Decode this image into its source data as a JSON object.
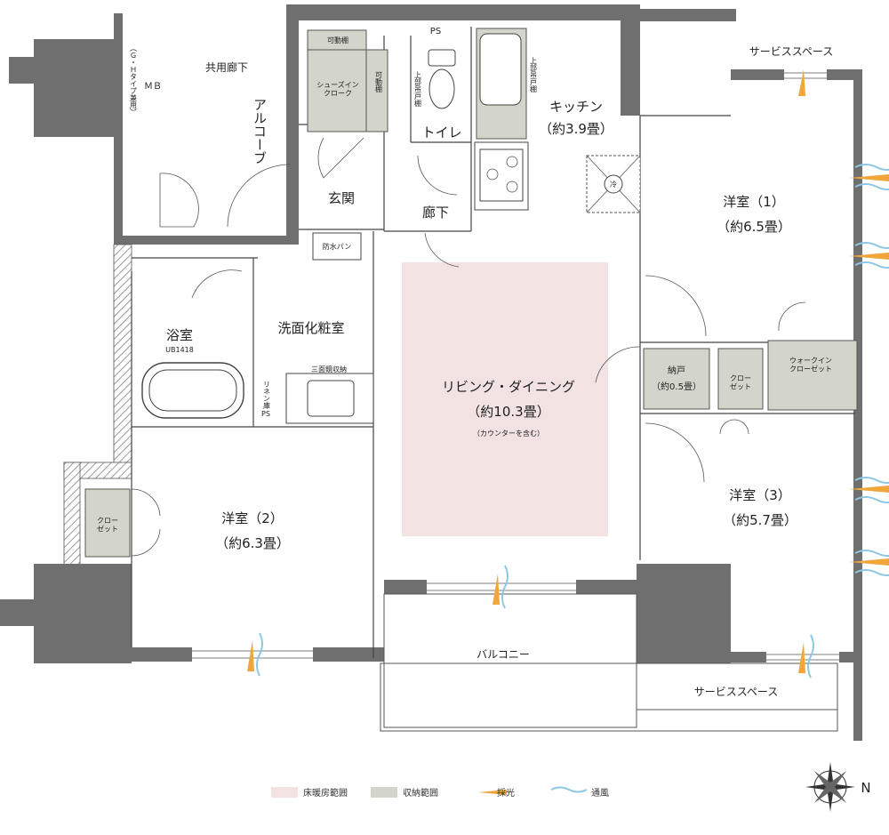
{
  "rooms": {
    "common_corridor": "共用廊下",
    "mb": "ＭＢ",
    "mb_note": "（Ｇ・Ｈタイプ兼用）",
    "alcove": "アルコーブ",
    "ps_top": "PS",
    "shoes_in_movable": "可動棚",
    "shoes_in_label": "シューズイン\nクローク",
    "shoes_in_movable2": "可動棚",
    "upper_cabinet_left": "上部吊戸棚",
    "toilet": "トイレ",
    "upper_cabinet_right": "上部吊戸棚",
    "kitchen": "キッチン",
    "kitchen_size": "（約3.9畳）",
    "fridge": "冷",
    "entrance": "玄関",
    "hallway": "廊下",
    "waterproof_pan": "防水パン",
    "bath": "浴室",
    "bath_unit": "UB1418",
    "washroom": "洗面化粧室",
    "linen": "リネン庫",
    "ps_bath": "PS",
    "mirror_storage": "三面鏡収納",
    "living": "リビング・ダイニング",
    "living_size": "（約10.3畳）",
    "living_note": "（カウンターを含む）",
    "storeroom": "納戸",
    "storeroom_size": "（約0.5畳）",
    "closet_mid": "クロー\nゼット",
    "walkin": "ウォークイン\nクローゼット",
    "western1": "洋室（1）",
    "western1_size": "（約6.5畳）",
    "western2": "洋室（2）",
    "western2_size": "（約6.3畳）",
    "western3": "洋室（3）",
    "western3_size": "（約5.7畳）",
    "closet_left": "クロー\nゼット",
    "balcony": "バルコニー",
    "service_top": "サービススペース",
    "service_bottom": "サービススペース"
  },
  "legend": {
    "floor_heating": "床暖房範囲",
    "storage": "収納範囲",
    "daylight": "採光",
    "ventilation": "通風"
  },
  "compass": {
    "north_label": "N"
  },
  "colors": {
    "floor_heating": "#f2e2e2",
    "storage": "#d4d5ca",
    "daylight": "#f0a63a",
    "ventilation": "#8cc8e4",
    "wall": "#6f6f6f"
  }
}
